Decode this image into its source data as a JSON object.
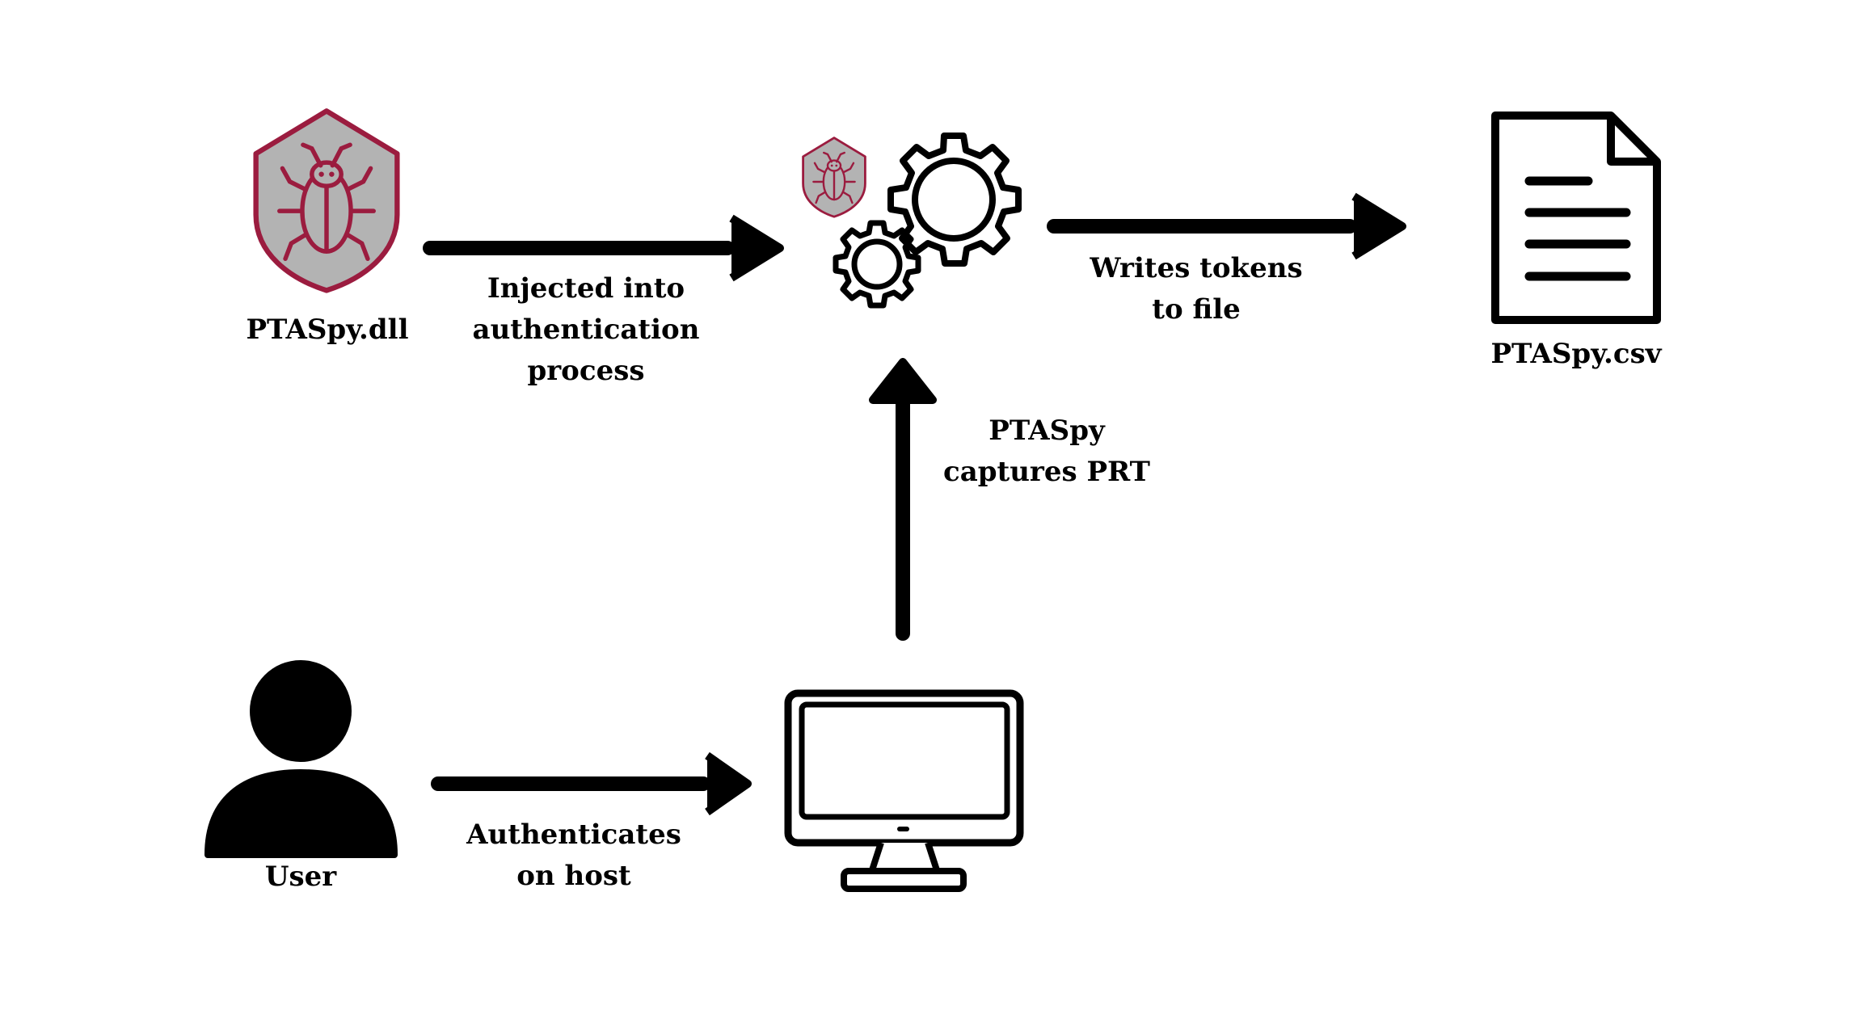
{
  "colors": {
    "malware_accent": "#9b1c3f",
    "malware_fill": "#b3b3b3",
    "ink": "#000000",
    "background": "#ffffff"
  },
  "nodes": {
    "malware_dll": {
      "label": "PTASpy.dll",
      "icon": "bug-shield-icon"
    },
    "auth_process": {
      "label": "",
      "icon": "gears-icon",
      "badge_icon": "bug-shield-icon"
    },
    "token_file": {
      "label": "PTASpy.csv",
      "icon": "document-icon"
    },
    "user": {
      "label": "User",
      "icon": "user-icon"
    },
    "host": {
      "label": "",
      "icon": "monitor-icon"
    }
  },
  "edges": {
    "inject": {
      "line1": "Injected into",
      "line2": "authentication",
      "line3": "process"
    },
    "write": {
      "line1": "Writes tokens",
      "line2": "to file"
    },
    "capture": {
      "line1": "PTASpy",
      "line2": "captures PRT"
    },
    "authenticate": {
      "line1": "Authenticates",
      "line2": "on host"
    }
  }
}
